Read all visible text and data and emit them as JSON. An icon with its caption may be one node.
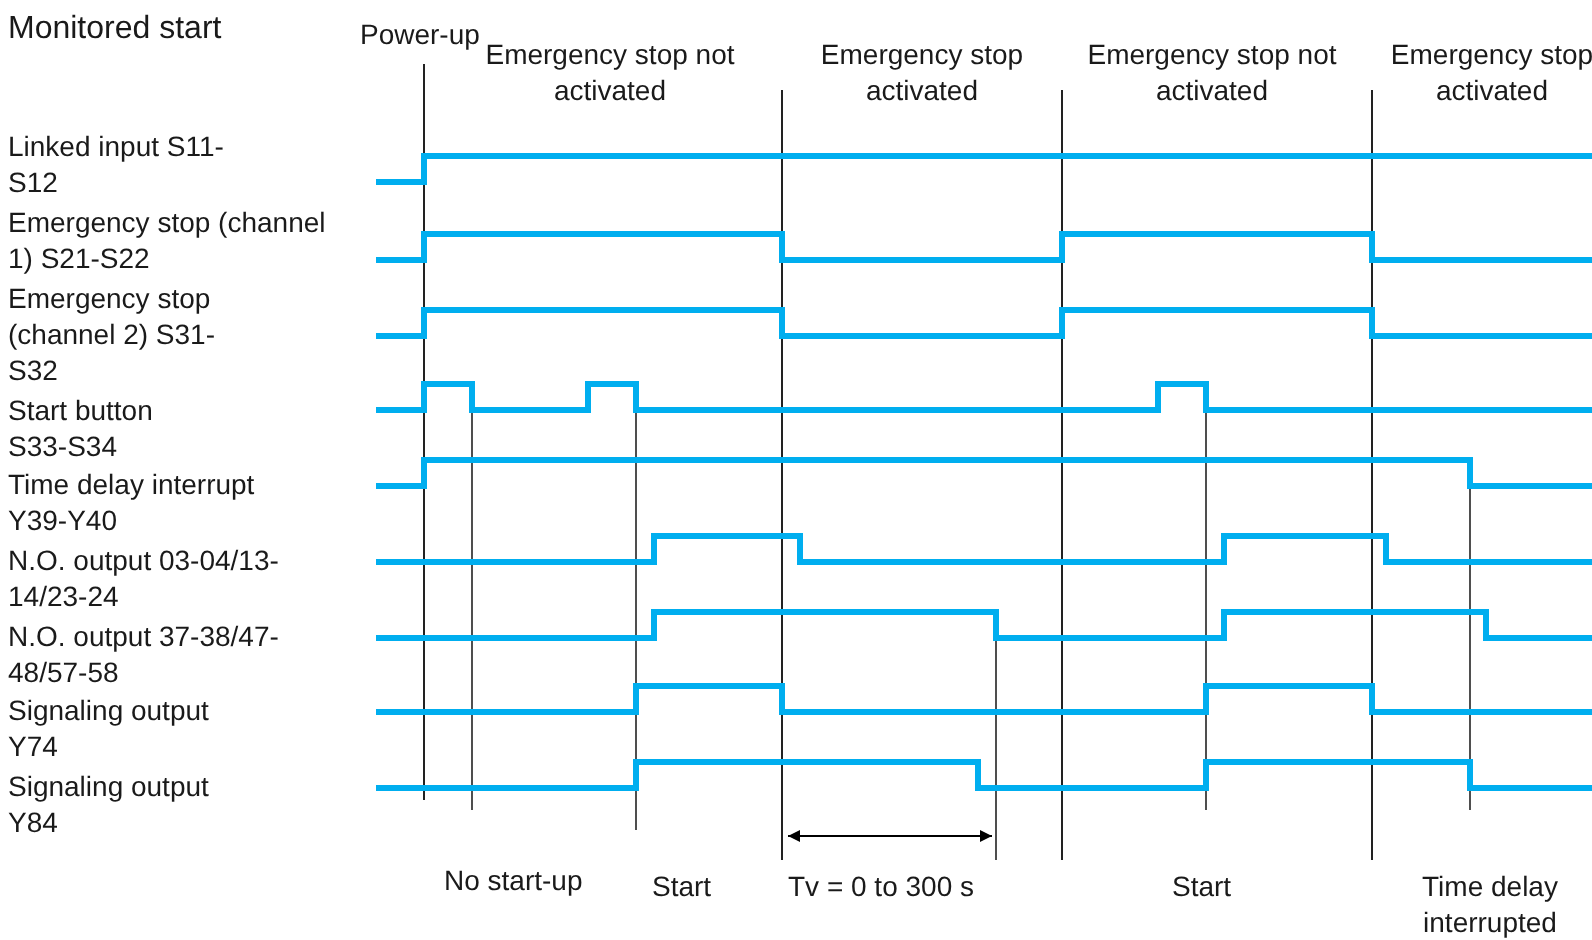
{
  "diagram": {
    "title": "Monitored start",
    "labels": [
      "Power-up",
      "Emergency stop not activated",
      "Emergency stop activated",
      "Emergency stop not activated",
      "Emergency stop activated",
      "Linked input S11-S12",
      "Emergency stop (channel 1) S21-S22",
      "Emergency stop (channel 2) S31-S32",
      "Start button S33-S34",
      "Time delay interrupt Y39-Y40",
      "N.O. output 03-04/13-14/23-24",
      "N.O. output 37-38/47-48/57-58",
      "Signaling output Y74",
      "Signaling output Y84",
      "No start-up",
      "Start",
      "Tv = 0 to 300 s",
      "Start",
      "Time delay interrupted"
    ]
  }
}
